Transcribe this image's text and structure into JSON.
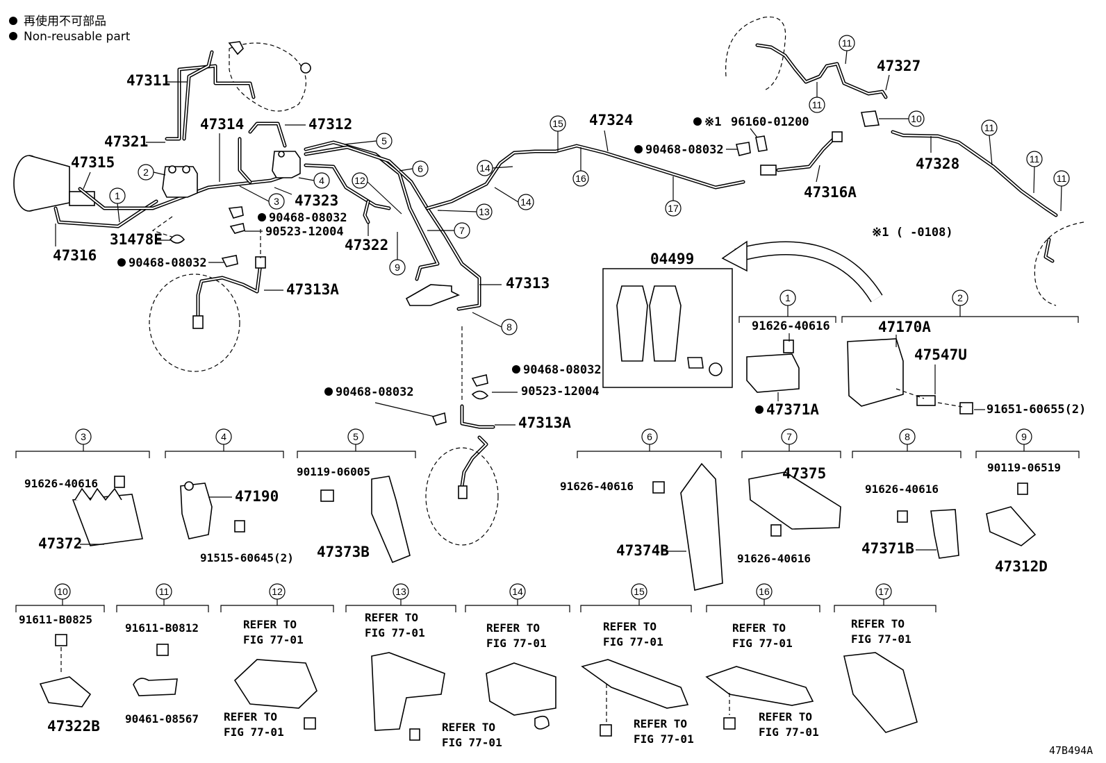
{
  "legend": {
    "line_jp": "再使用不可部品",
    "line_en": "Non-reusable part"
  },
  "note": {
    "mark": "※1",
    "range": "※1 (      -0108)"
  },
  "figure_code": "47B494A",
  "main_labels": {
    "p47311": "47311",
    "p47321": "47321",
    "p47314": "47314",
    "p47312": "47312",
    "p47315": "47315",
    "p47316": "47316",
    "p31478E": "31478E",
    "p90468_a": "90468-08032",
    "p90523_a": "90523-12004",
    "p90468_b": "90468-08032",
    "p47313A_a": "47313A",
    "p47323": "47323",
    "p47322": "47322",
    "p47313": "47313",
    "p90468_c": "90468-08032",
    "p90523_b": "90523-12004",
    "p90468_d": "90468-08032",
    "p47313A_b": "47313A",
    "p47324": "47324",
    "p96160": "96160-01200",
    "p90468_e": "90468-08032",
    "p47316A": "47316A",
    "p47327": "47327",
    "p47328": "47328",
    "p04499": "04499",
    "p91626_1": "91626-40616",
    "p47371A": "47371A",
    "p47170A": "47170A",
    "p47547U": "47547U",
    "p91651": "91651-60655(2)"
  },
  "callouts_main": [
    "1",
    "2",
    "3",
    "4",
    "5",
    "6",
    "7",
    "8",
    "9",
    "10",
    "11",
    "12",
    "13",
    "14",
    "15",
    "16",
    "17"
  ],
  "groups": {
    "g3": {
      "num": "3",
      "bolt": "91626-40616",
      "part": "47372"
    },
    "g4": {
      "num": "4",
      "part": "47190",
      "bolt": "91515-60645(2)"
    },
    "g5": {
      "num": "5",
      "bolt": "90119-06005",
      "part": "47373B"
    },
    "g6": {
      "num": "6",
      "bolt": "91626-40616",
      "part": "47374B"
    },
    "g7": {
      "num": "7",
      "part": "47375",
      "bolt": "91626-40616"
    },
    "g8": {
      "num": "8",
      "bolt": "91626-40616",
      "part": "47371B"
    },
    "g9": {
      "num": "9",
      "bolt": "90119-06519",
      "part": "47312D"
    },
    "g10": {
      "num": "10",
      "bolt": "91611-B0825",
      "part": "47322B"
    },
    "g11": {
      "num": "11",
      "bolt": "91611-B0812",
      "part": "90461-08567"
    },
    "g12": {
      "num": "12",
      "ref1a": "REFER TO",
      "ref1b": "FIG 77-01",
      "ref2a": "REFER TO",
      "ref2b": "FIG 77-01"
    },
    "g13": {
      "num": "13",
      "ref1a": "REFER TO",
      "ref1b": "FIG 77-01",
      "ref2a": "REFER TO",
      "ref2b": "FIG 77-01"
    },
    "g14": {
      "num": "14",
      "ref1a": "REFER TO",
      "ref1b": "FIG 77-01"
    },
    "g15": {
      "num": "15",
      "ref1a": "REFER TO",
      "ref1b": "FIG 77-01",
      "ref2a": "REFER TO",
      "ref2b": "FIG 77-01"
    },
    "g16": {
      "num": "16",
      "ref1a": "REFER TO",
      "ref1b": "FIG 77-01",
      "ref2a": "REFER TO",
      "ref2b": "FIG 77-01"
    },
    "g17": {
      "num": "17",
      "ref1a": "REFER TO",
      "ref1b": "FIG 77-01"
    }
  }
}
